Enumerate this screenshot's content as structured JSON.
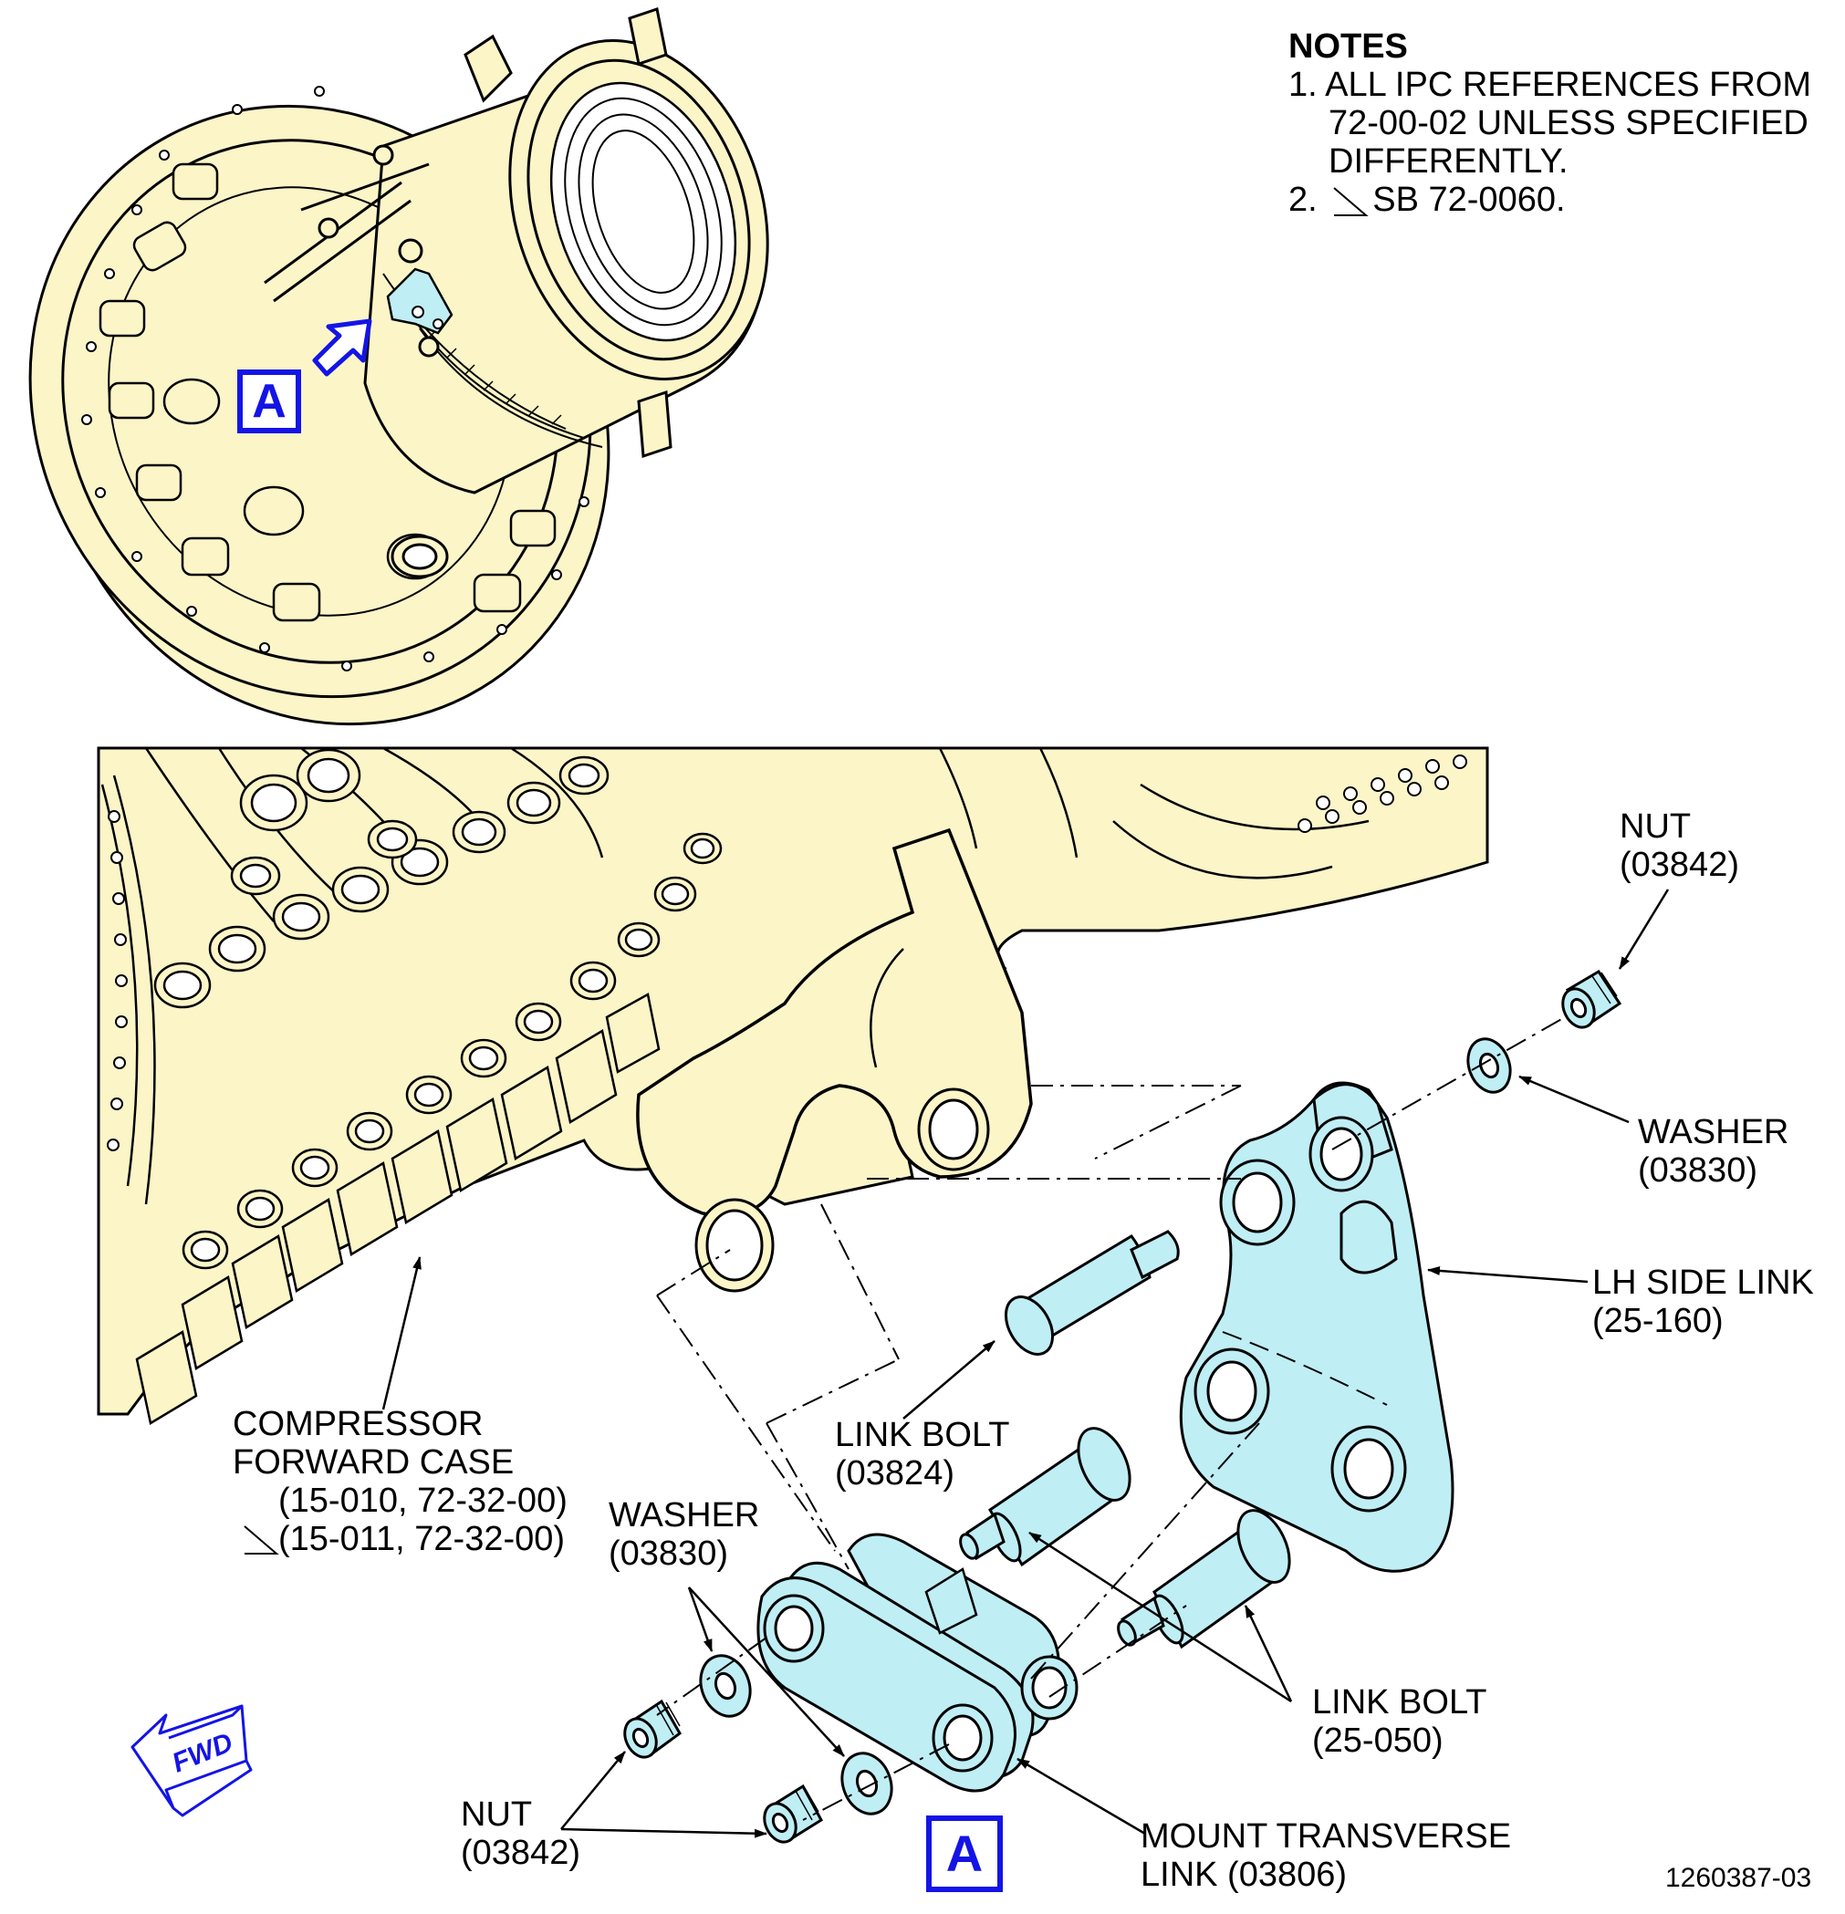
{
  "notes": {
    "heading": "NOTES",
    "items": [
      {
        "num": "1.",
        "lines": [
          "ALL IPC REFERENCES FROM",
          "72-00-02 UNLESS SPECIFIED",
          "DIFFERENTLY."
        ]
      },
      {
        "num": "2.",
        "text": "SB 72-0060."
      }
    ]
  },
  "view_label": "A",
  "labels": {
    "nut_top": {
      "name": "NUT",
      "ref": "(03842)"
    },
    "washer_right": {
      "name": "WASHER",
      "ref": "(03830)"
    },
    "lh_side_link": {
      "name": "LH SIDE LINK",
      "ref": "(25-160)"
    },
    "link_bolt_03824": {
      "name": "LINK BOLT",
      "ref": "(03824)"
    },
    "compressor_case": {
      "line1": "COMPRESSOR",
      "line2": "FORWARD CASE",
      "ref1": "(15-010, 72-32-00)",
      "ref2": "(15-011, 72-32-00)"
    },
    "washer_left": {
      "name": "WASHER",
      "ref": "(03830)"
    },
    "link_bolt_25050": {
      "name": "LINK BOLT",
      "ref": "(25-050)"
    },
    "nut_bottom": {
      "name": "NUT",
      "ref": "(03842)"
    },
    "mount_link": {
      "line1": "MOUNT TRANSVERSE",
      "line2": "LINK (03806)"
    }
  },
  "fwd_label": "FWD",
  "doc_number": "1260387-03",
  "colors": {
    "engine_fill": "#fbf5c8",
    "part_fill": "#bfeef5",
    "callout_blue": "#1414e6",
    "line": "#000000"
  }
}
